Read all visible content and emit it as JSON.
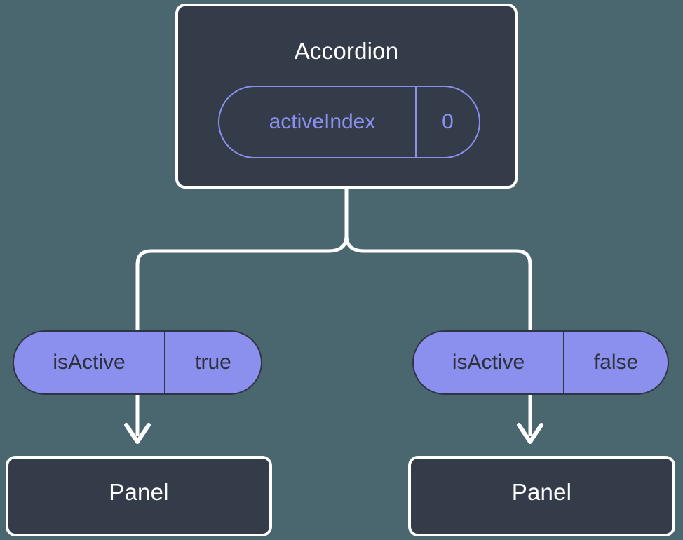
{
  "diagram": {
    "type": "component-prop-flow-tree",
    "background_color": "#4a666f",
    "colors": {
      "card_fill": "#343b49",
      "card_border": "#ffffff",
      "accent_purple": "#8b90ee",
      "pill_text": "#2c313d",
      "pill_border": "#2f3542",
      "wire": "#ffffff"
    },
    "root": {
      "title": "Accordion",
      "state": {
        "key": "activeIndex",
        "value": "0"
      }
    },
    "branches": [
      {
        "prop": {
          "key": "isActive",
          "value": "true"
        },
        "child": {
          "title": "Panel"
        }
      },
      {
        "prop": {
          "key": "isActive",
          "value": "false"
        },
        "child": {
          "title": "Panel"
        }
      }
    ]
  }
}
